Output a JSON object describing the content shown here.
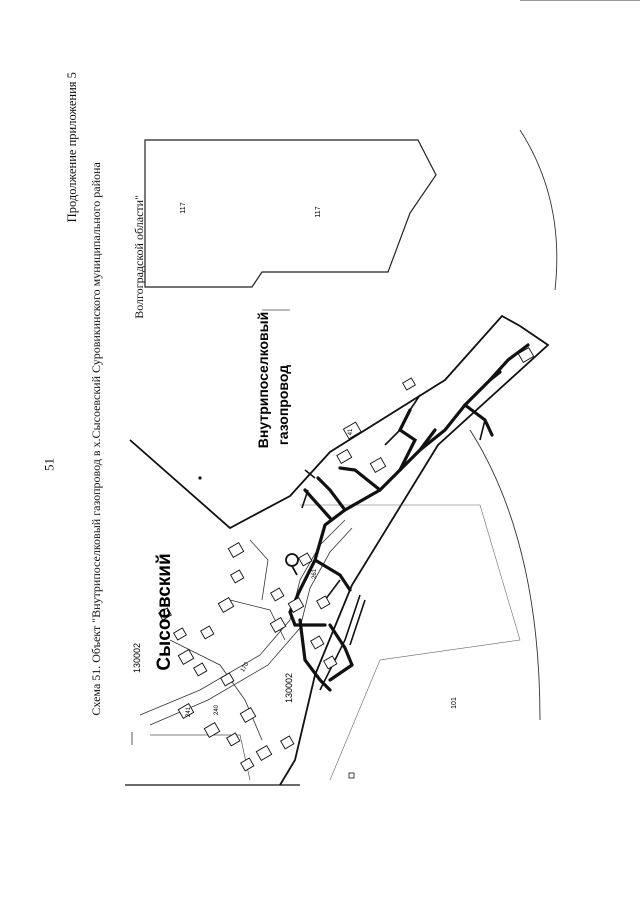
{
  "page": {
    "number": "51",
    "appendix_note": "Продолжение приложения 5"
  },
  "caption": {
    "line1": "Схема 51. Объект \"Внутрипоселковый газопровод в х.Сысоевский Суровикинского муниципального района",
    "line2": "Волгоградской области\""
  },
  "map": {
    "settlement_name": "Сысоевский",
    "pipeline_label_line1": "Внутрипоселковый",
    "pipeline_label_line2": "газопровод",
    "parcel_labels": {
      "p117a": "117",
      "p117b": "117",
      "p101": "101",
      "c130002a": "130002",
      "c130002b": "130002",
      "p241": "241",
      "p170": "170",
      "p240": "240",
      "p261": "261",
      "p41": "41"
    }
  }
}
